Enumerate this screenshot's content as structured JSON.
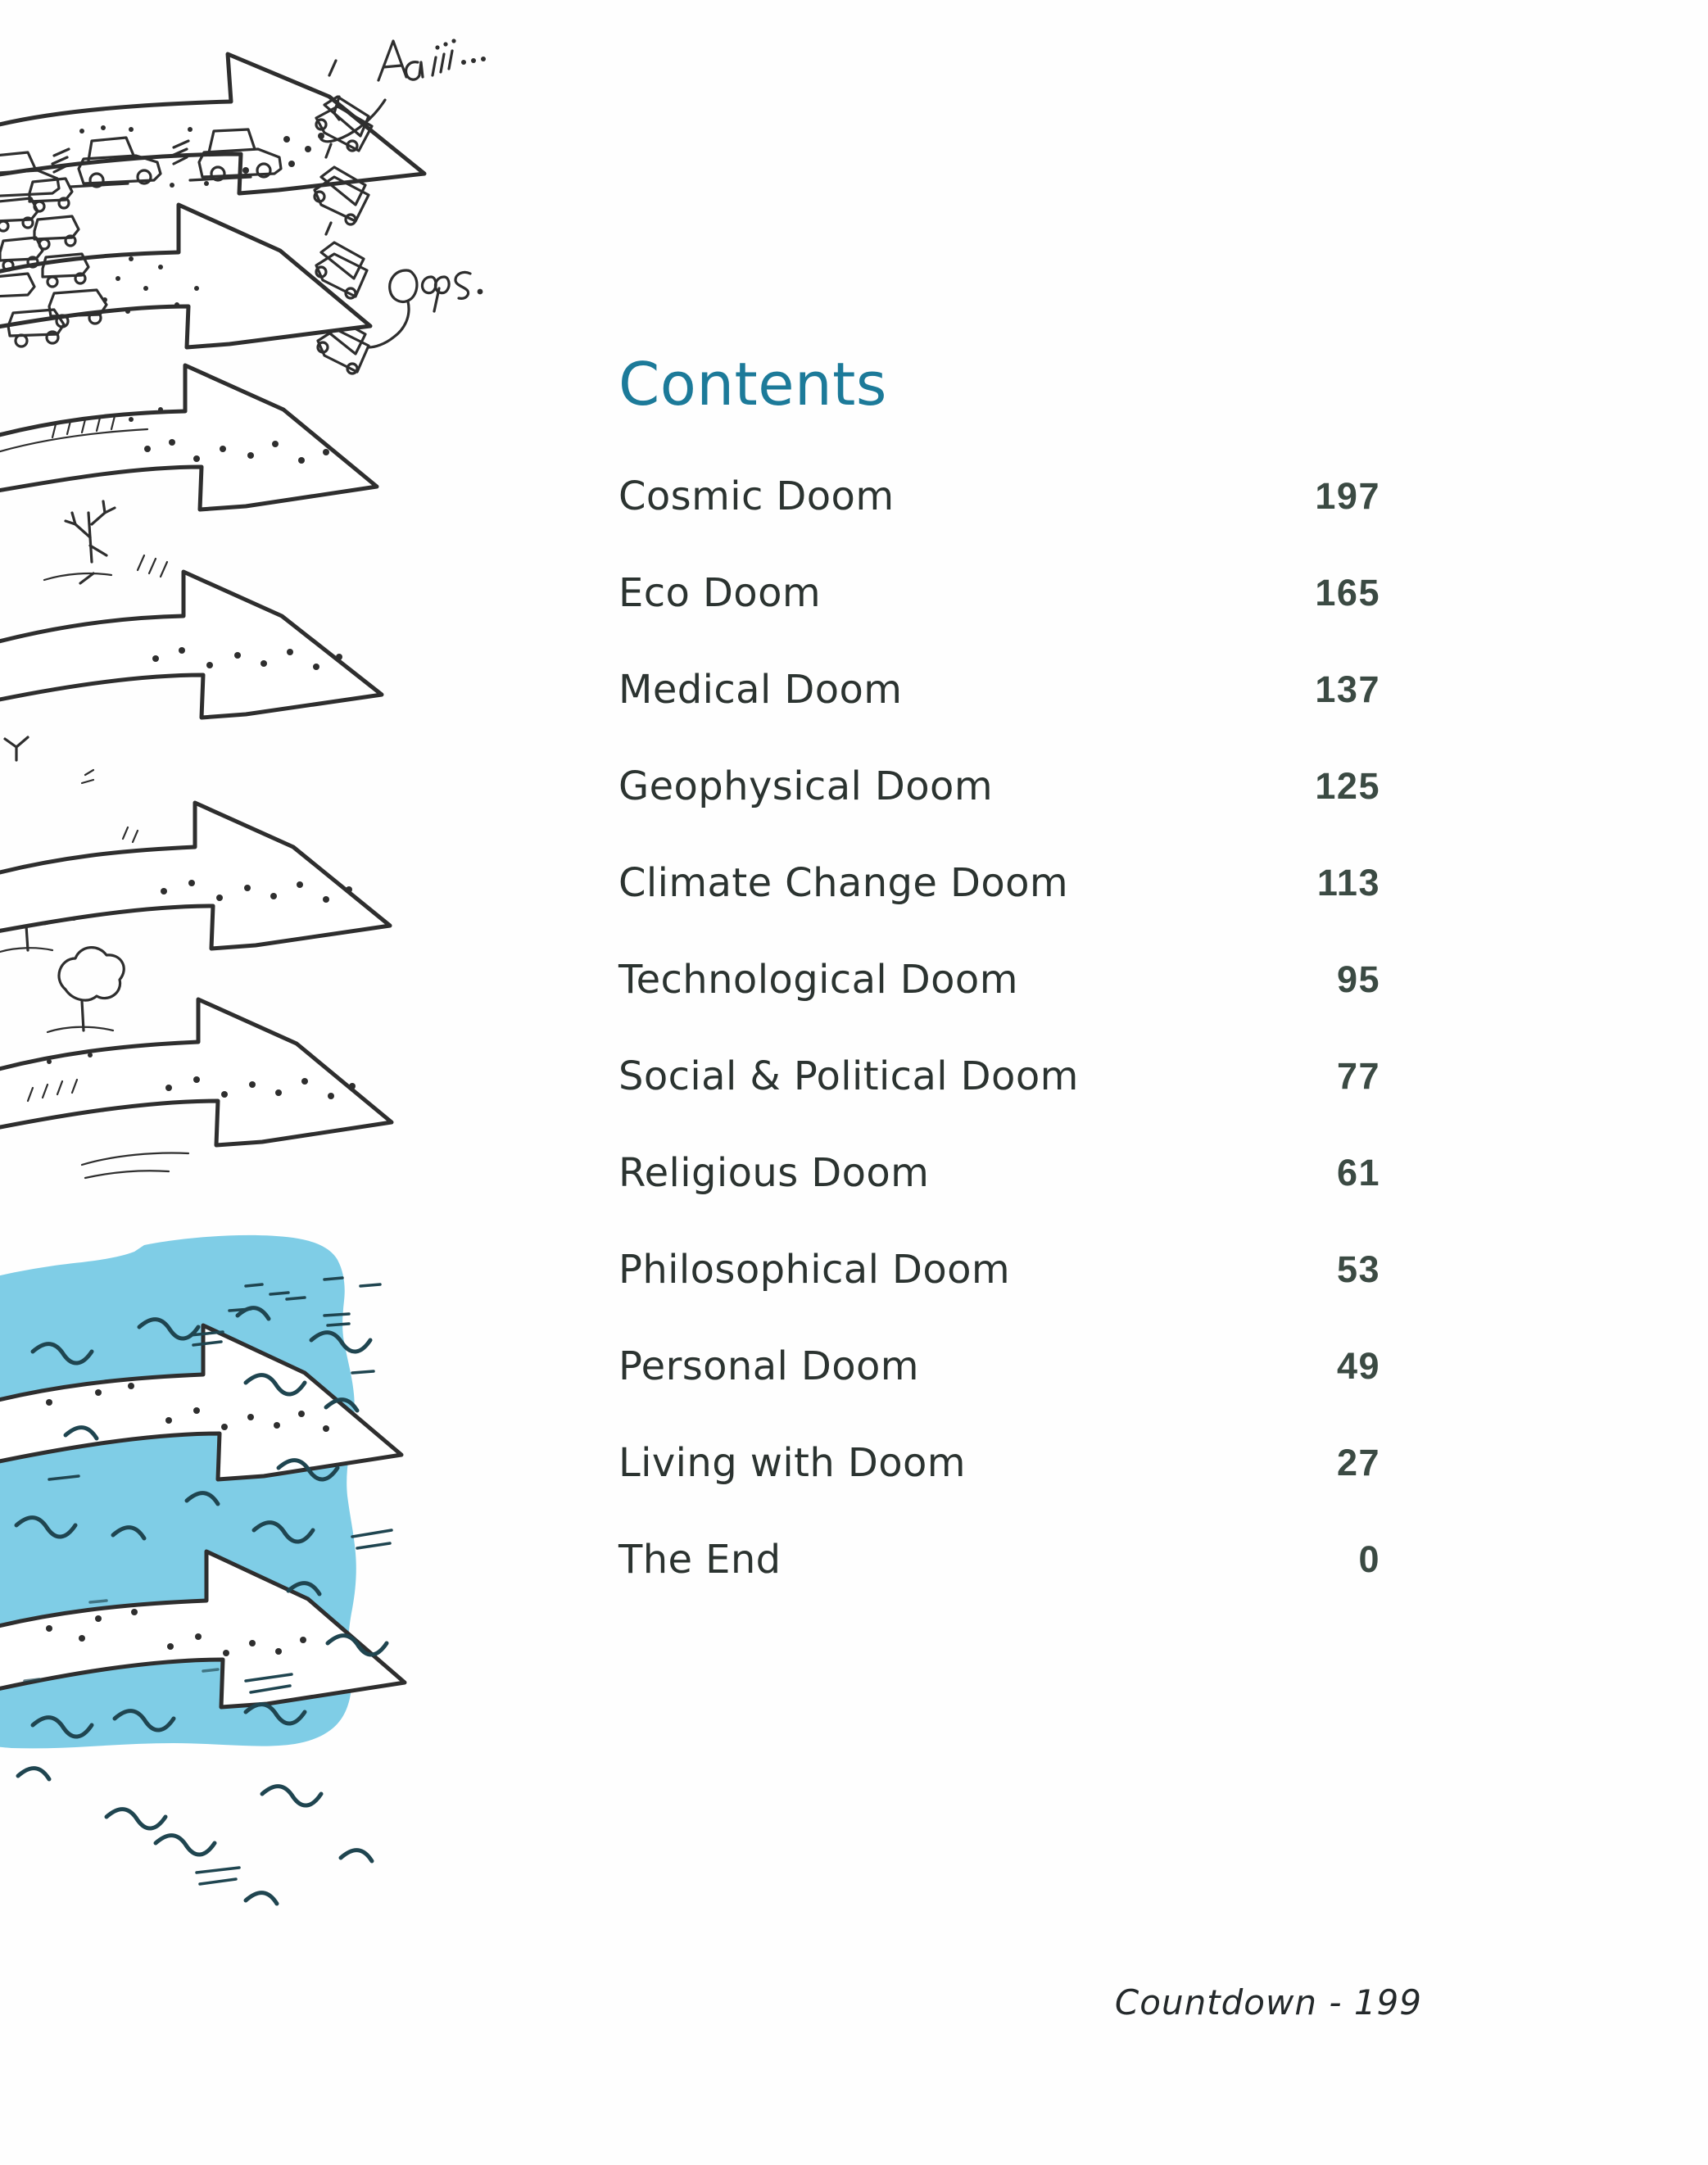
{
  "page": {
    "background_color": "#fefefe",
    "title": "Contents",
    "title_color": "#1c7a99",
    "entry_text_color": "#2b3330",
    "page_number_color": "#3b4a43"
  },
  "toc": {
    "entries": [
      {
        "title": "Cosmic Doom",
        "page": "197"
      },
      {
        "title": "Eco Doom",
        "page": "165"
      },
      {
        "title": "Medical Doom",
        "page": "137"
      },
      {
        "title": "Geophysical Doom",
        "page": "125"
      },
      {
        "title": "Climate Change Doom",
        "page": "113"
      },
      {
        "title": "Technological Doom",
        "page": "95"
      },
      {
        "title": "Social & Political Doom",
        "page": "77"
      },
      {
        "title": "Religious Doom",
        "page": "61"
      },
      {
        "title": "Philosophical Doom",
        "page": "53"
      },
      {
        "title": "Personal Doom",
        "page": "49"
      },
      {
        "title": "Living with Doom",
        "page": "27"
      },
      {
        "title": "The End",
        "page": "0"
      }
    ]
  },
  "footer": {
    "text": "Countdown - 199"
  },
  "illustration": {
    "description": "Hand-drawn cartoon of sequential right-pointing arrows forming a road; cars pile up and tumble off the end into water below",
    "annotations": [
      {
        "name": "scream-annotation",
        "text": "Aaiii..."
      },
      {
        "name": "oops-annotation",
        "text": "Oops."
      }
    ],
    "water_color": "#7fcde6",
    "ink_color": "#2e2e2e",
    "wave_ink_color": "#1f4550"
  }
}
